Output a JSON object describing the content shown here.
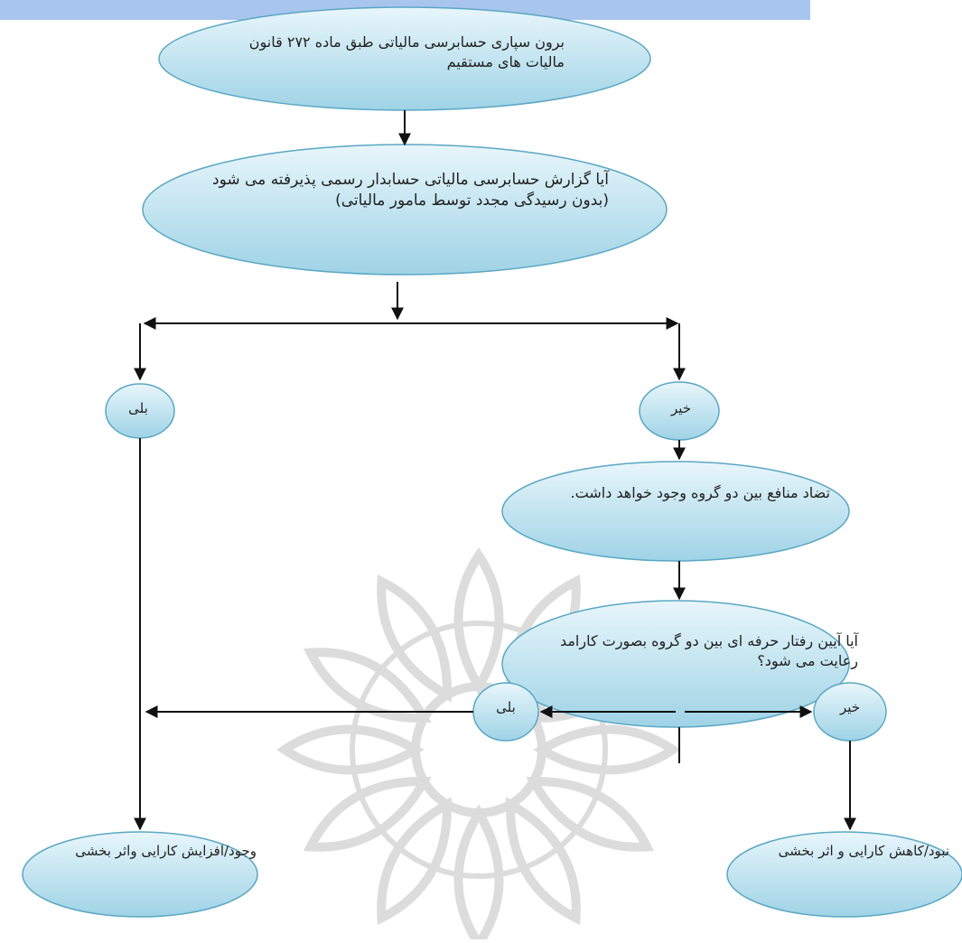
{
  "colors": {
    "node_fill_top": "#e8f6fb",
    "node_fill_bottom": "#9fd3e6",
    "node_stroke": "#5aa7c4",
    "header_bar": "#a8c5ee",
    "arrow": "#111111",
    "watermark": "#d7d7d7"
  },
  "nodes": {
    "start": "برون سپاری حسابرسی مالیاتی طبق ماده ۲۷۲ قانون مالیات های مستقیم",
    "question1": "آیا گزارش حسابرسی مالیاتی حسابدار رسمی پذیرفته می شود (بدون رسیدگی مجدد توسط مامور مالیاتی)",
    "yes1": "بلی",
    "no1": "خیر",
    "conflict": "تضاد منافع بین دو گروه وجود خواهد داشت.",
    "question2": "آیا آیین رفتار حرفه ای بین دو گروه بصورت کارامد رعایت می شود؟",
    "yes2": "بلی",
    "no2": "خیر",
    "result_yes": "وجود/افزایش کارایی واثر بخشی",
    "result_no": "نبود/کاهش کارایی و اثر بخشی"
  }
}
